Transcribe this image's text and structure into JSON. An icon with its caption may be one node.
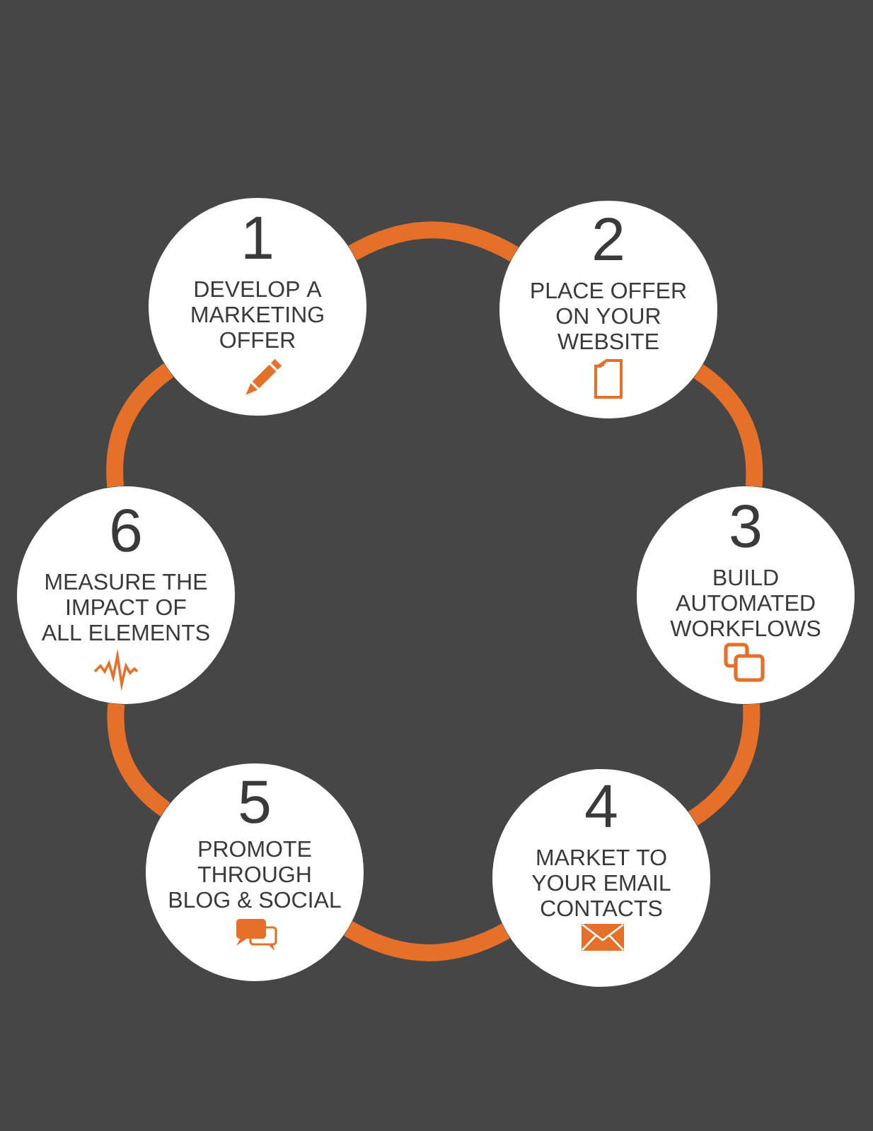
{
  "diagram": {
    "nodes": [
      {
        "text": [
          "1",
          "DEVELOP A MARKETING OFFER"
        ]
      },
      {
        "text": [
          "2",
          "PLACE OFFER ON YOUR WEBSITE"
        ]
      },
      {
        "text": [
          "3",
          "BUILD AUTOMATED WORKFLOWS"
        ]
      },
      {
        "text": [
          "4",
          "MARKET TO YOUR EMAIL CONTACTS"
        ]
      },
      {
        "text": [
          "5",
          "PROMOTE THROUGH BLOG & SOCIAL"
        ]
      },
      {
        "text": [
          "6",
          "MEASURE THE IMPACT OF ALL ELEMENTS"
        ]
      }
    ],
    "edges": [
      {
        "from": 0,
        "to": 1,
        "arrow": "none"
      },
      {
        "from": 1,
        "to": 2,
        "arrow": "none"
      },
      {
        "from": 2,
        "to": 3,
        "arrow": "none"
      },
      {
        "from": 3,
        "to": 4,
        "arrow": "none"
      },
      {
        "from": 4,
        "to": 5,
        "arrow": "none"
      },
      {
        "from": 5,
        "to": 0,
        "arrow": "none"
      }
    ]
  }
}
